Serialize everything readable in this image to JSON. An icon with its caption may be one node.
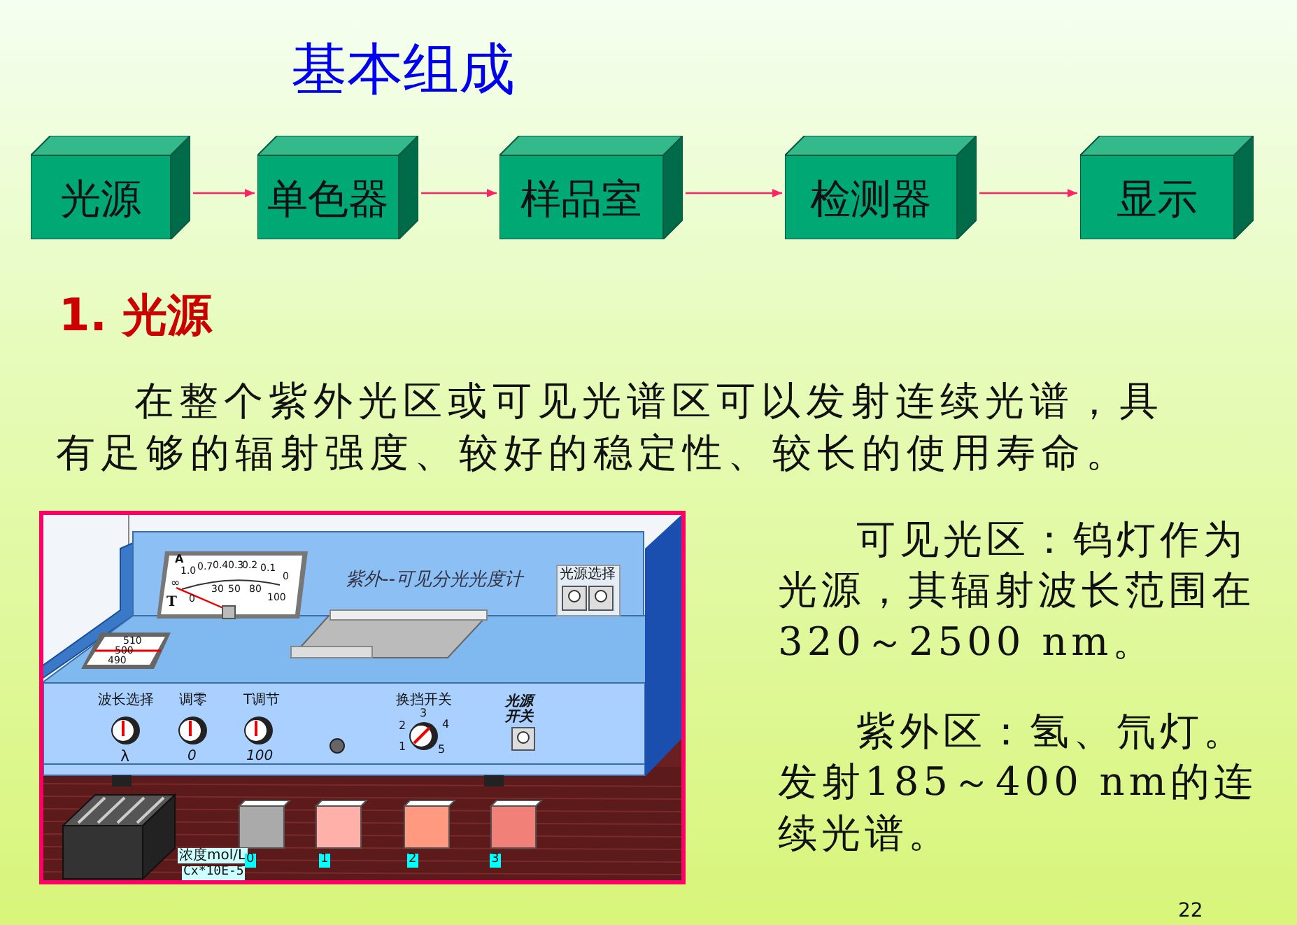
{
  "diagram": {
    "title": "基本组成",
    "nodes": [
      {
        "text": [
          "光源"
        ]
      },
      {
        "text": [
          "单色器"
        ]
      },
      {
        "text": [
          "样品室"
        ]
      },
      {
        "text": [
          "检测器"
        ]
      },
      {
        "text": [
          "显示"
        ]
      }
    ],
    "edges": [
      {
        "from": 0,
        "to": 1,
        "arrow": "to"
      },
      {
        "from": 1,
        "to": 2,
        "arrow": "to"
      },
      {
        "from": 2,
        "to": 3,
        "arrow": "to"
      },
      {
        "from": 3,
        "to": 4,
        "arrow": "to"
      }
    ],
    "labels": [
      "1. 光源",
      "在整个紫外光区或可见光谱区可以发射连续光谱，具有足够的辐射强度、较好的稳定性、较长的使用寿命。",
      "A",
      "T",
      "∞",
      "1.0",
      "0.7",
      "0.4",
      "0.3",
      "0.2",
      "0.1",
      "0",
      "0",
      "30",
      "50",
      "80",
      "100",
      "510",
      "500",
      "490",
      "紫外--可见分光光度计",
      "光源选择",
      "波长选择",
      "调零",
      "T调节",
      "λ",
      "0",
      "100",
      "换挡开关",
      "3",
      "2",
      "4",
      "1",
      "5",
      "光源开关",
      "浓度mol/L",
      "Cx*10E-5",
      "0",
      "1",
      "2",
      "3",
      "可见光区：钨灯作为光源，其辐射波长范围在320～2500 nm。",
      "紫外区：氢、氘灯。发射185～400 nm的连续光谱。",
      "22"
    ]
  }
}
